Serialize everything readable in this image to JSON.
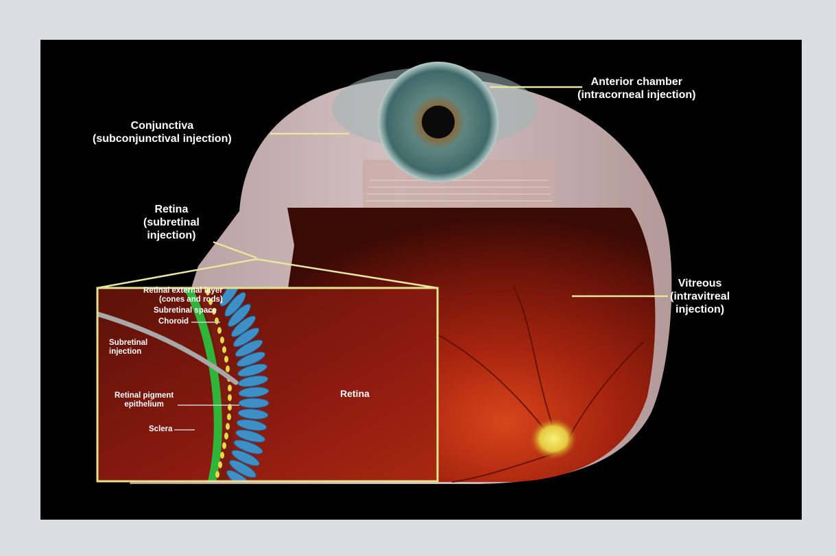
{
  "labels": {
    "anterior_chamber": {
      "line1": "Anterior chamber",
      "line2": "(intracorneal injection)"
    },
    "conjunctiva": {
      "line1": "Conjunctiva",
      "line2": "(subconjunctival injection)"
    },
    "retina_main": {
      "line1": "Retina",
      "line2": "(subretinal",
      "line3": "injection)"
    },
    "vitreous": {
      "line1": "Vitreous",
      "line2": "(intravitreal",
      "line3": "injection)"
    }
  },
  "inset": {
    "retinal_external_layer": {
      "line1": "Retinal external layer",
      "line2": "(cones and rods)"
    },
    "subretinal_space": "Subretinal space",
    "choroid": "Choroid",
    "subretinal_injection": {
      "line1": "Subretinal",
      "line2": "injection"
    },
    "rpe": {
      "line1": "Retinal pigment",
      "line2": "epithelium"
    },
    "sclera": "Sclera",
    "retina": "Retina"
  },
  "colors": {
    "page_background": "#dcdddf",
    "figure_background": "#000000",
    "leader_line": "#e8e6a0",
    "inset_border": "#e3e38f",
    "sclera_band": "#2fb53a",
    "photoreceptors": "#3f8fc7",
    "rpe_dots": "#e6d94a",
    "retina_fill": "#8c1a10",
    "iris": "#4f7a78",
    "sclera_white": "#d9c3c3"
  }
}
